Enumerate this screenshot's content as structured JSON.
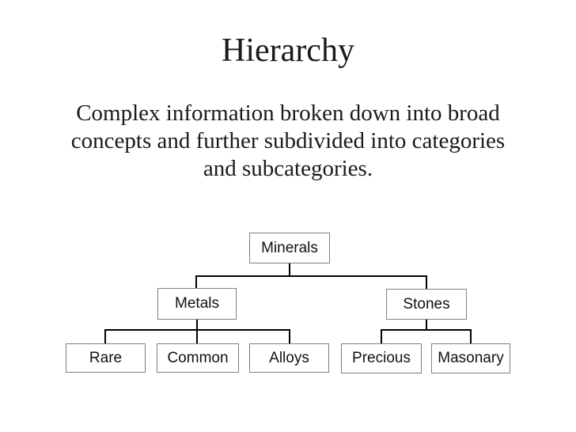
{
  "slide": {
    "title": "Hierarchy",
    "description_lines": [
      "Complex information broken down into broad",
      "concepts and further subdivided into categories",
      "and subcategories."
    ]
  },
  "diagram": {
    "root": {
      "label": "Minerals"
    },
    "children": [
      {
        "label": "Metals",
        "children": [
          {
            "label": "Rare"
          },
          {
            "label": "Common"
          },
          {
            "label": "Alloys"
          }
        ]
      },
      {
        "label": "Stones",
        "children": [
          {
            "label": "Precious"
          },
          {
            "label": "Masonary"
          }
        ]
      }
    ]
  },
  "colors": {
    "background": "#ffffff",
    "text": "#1a1a1a",
    "box_border": "#7f7f7f",
    "box_fill": "#ffffff",
    "connector": "#000000"
  }
}
